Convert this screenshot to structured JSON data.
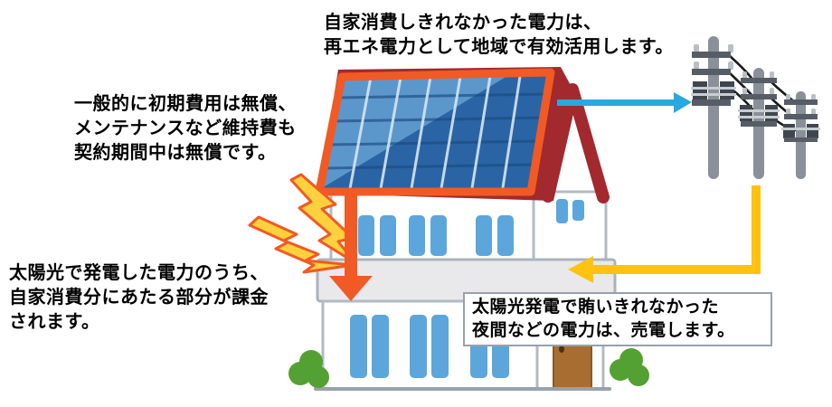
{
  "annotations": {
    "surplus": {
      "lines": [
        "自家消費しきれなかった電力は、",
        "再エネ電力として地域で有効活用します。"
      ]
    },
    "maintenance": {
      "lines": [
        "一般的に初期費用は無償、",
        "メンテナンスなど維持費も",
        "契約期間中は無償です。"
      ]
    },
    "billing": {
      "lines": [
        "太陽光で発電した電力のうち、",
        "自家消費分にあたる部分が課金",
        "されます。"
      ]
    },
    "sell": {
      "lines": [
        "太陽光発電で賄いきれなかった",
        "夜間などの電力は、売電します。"
      ]
    }
  },
  "colors": {
    "accent_orange": "#f15a24",
    "bolt_yellow": "#ffd13e",
    "arrow_blue": "#29a8e0",
    "arrow_yellow": "#ffc20e",
    "roof_red": "#a2292d",
    "panel_dark_blue": "#2a64a5",
    "panel_light_blue": "#5c97cc",
    "window_blue": "#5ca6db",
    "door_brown": "#a86e31",
    "bush_green": "#54a133",
    "pole_gray": "#8a9099",
    "house_outline": "#b3bac2",
    "box_border": "#97a1ae",
    "text_black": "#000000"
  },
  "illustration": {
    "elements": [
      "house",
      "solar-panel",
      "red-roof",
      "utility-poles",
      "power-lines",
      "lightning-bolts",
      "self-consumption-arrow",
      "grid-export-arrow",
      "grid-import-arrow",
      "windows",
      "door",
      "bushes"
    ]
  }
}
